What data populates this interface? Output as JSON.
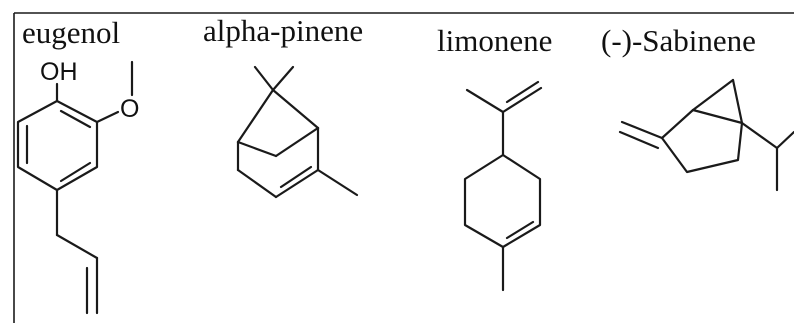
{
  "molecules": [
    {
      "name": "eugenol",
      "atoms": {
        "oh": "OH",
        "o": "O"
      }
    },
    {
      "name": "alpha-pinene"
    },
    {
      "name": "limonene"
    },
    {
      "name": "(-)-Sabinene"
    }
  ]
}
